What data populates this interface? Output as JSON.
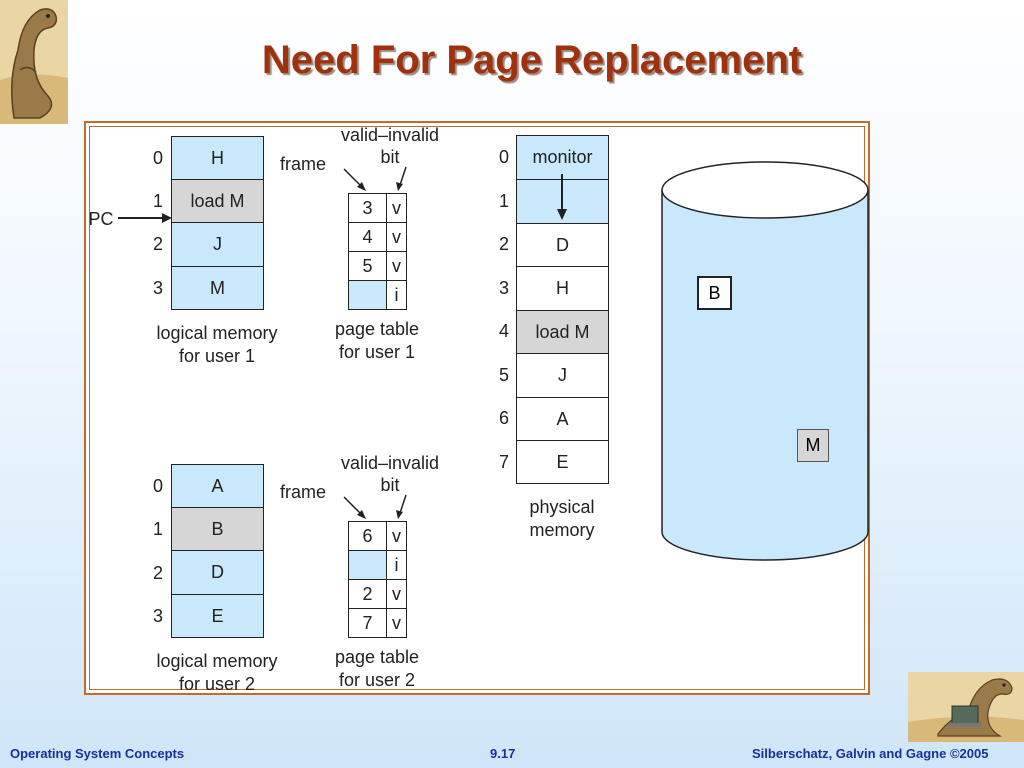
{
  "slide": {
    "title": "Need For Page Replacement",
    "footer_left": "Operating System Concepts",
    "footer_center": "9.17",
    "footer_right": "Silberschatz, Galvin and Gagne ©2005"
  },
  "user1": {
    "indices": [
      "0",
      "1",
      "2",
      "3"
    ],
    "pages": [
      "H",
      "load M",
      "J",
      "M"
    ],
    "label_line1": "logical memory",
    "label_line2": "for user 1",
    "pc_label": "PC",
    "frame_label": "frame",
    "vi_label_line1": "valid–invalid",
    "vi_label_line2": "bit",
    "page_table": [
      {
        "frame": "3",
        "bit": "v"
      },
      {
        "frame": "4",
        "bit": "v"
      },
      {
        "frame": "5",
        "bit": "v"
      },
      {
        "frame": "",
        "bit": "i"
      }
    ],
    "pt_label_line1": "page table",
    "pt_label_line2": "for user 1"
  },
  "user2": {
    "indices": [
      "0",
      "1",
      "2",
      "3"
    ],
    "pages": [
      "A",
      "B",
      "D",
      "E"
    ],
    "label_line1": "logical memory",
    "label_line2": "for user 2",
    "frame_label": "frame",
    "vi_label_line1": "valid–invalid",
    "vi_label_line2": "bit",
    "page_table": [
      {
        "frame": "6",
        "bit": "v"
      },
      {
        "frame": "",
        "bit": "i"
      },
      {
        "frame": "2",
        "bit": "v"
      },
      {
        "frame": "7",
        "bit": "v"
      }
    ],
    "pt_label_line1": "page table",
    "pt_label_line2": "for user 2"
  },
  "physical": {
    "indices": [
      "0",
      "1",
      "2",
      "3",
      "4",
      "5",
      "6",
      "7"
    ],
    "frames": [
      "monitor",
      "",
      "D",
      "H",
      "load M",
      "J",
      "A",
      "E"
    ],
    "label_line1": "physical",
    "label_line2": "memory"
  },
  "disk": {
    "items": [
      "B",
      "M"
    ]
  }
}
